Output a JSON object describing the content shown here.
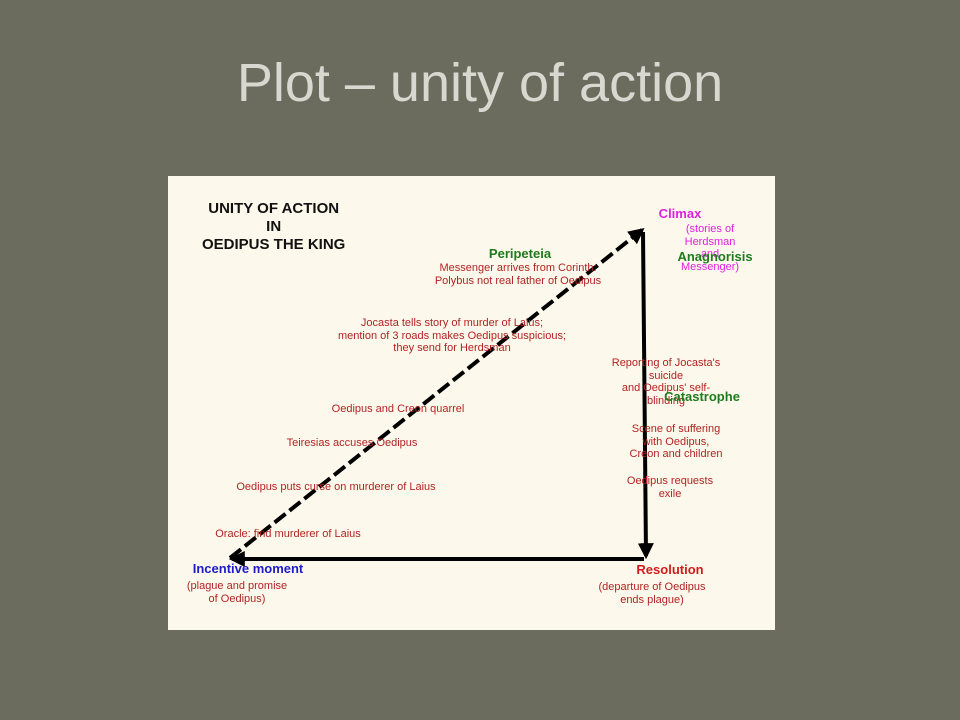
{
  "slide": {
    "title": "Plot – unity of action"
  },
  "diagram": {
    "title": "UNITY OF ACTION\nIN\nOEDIPUS THE KING",
    "colors": {
      "background": "#fdf8ec",
      "events": "#b32323",
      "stage": "#1e7b1e",
      "start": "#1c1cc8",
      "climax": "#e020e0",
      "resolution": "#d41c1c"
    },
    "rising": [
      {
        "text": "Oracle: find murderer of Laius"
      },
      {
        "text": "Oedipus puts curse on murderer of Laius"
      },
      {
        "text": "Teiresias accuses Oedipus"
      },
      {
        "text": "Oedipus and Creon quarrel"
      },
      {
        "text": "Jocasta tells story of murder of Laius;\nmention of 3 roads makes Oedipus suspicious;\nthey send for Herdsman"
      },
      {
        "text": "Messenger arrives from Corinth:\nPolybus not real father of Oedipus"
      }
    ],
    "falling": [
      {
        "text": "Reporting of Jocasta's suicide\nand Oedipus' self-blinding"
      },
      {
        "text": "Scene of suffering with Oedipus,\nCreon and children"
      },
      {
        "text": "Oedipus requests exile"
      }
    ],
    "stages": {
      "peripeteia": "Peripeteia",
      "climax": "Climax",
      "climax_note": "(stories of Herdsman\nand Messenger)",
      "anagnorisis": "Anagnorisis",
      "catastrophe": "Catastrophe",
      "incentive": "Incentive moment",
      "incentive_note": "(plague and promise\nof Oedipus)",
      "resolution": "Resolution",
      "resolution_note": "(departure of Oedipus\nends plague)"
    }
  }
}
